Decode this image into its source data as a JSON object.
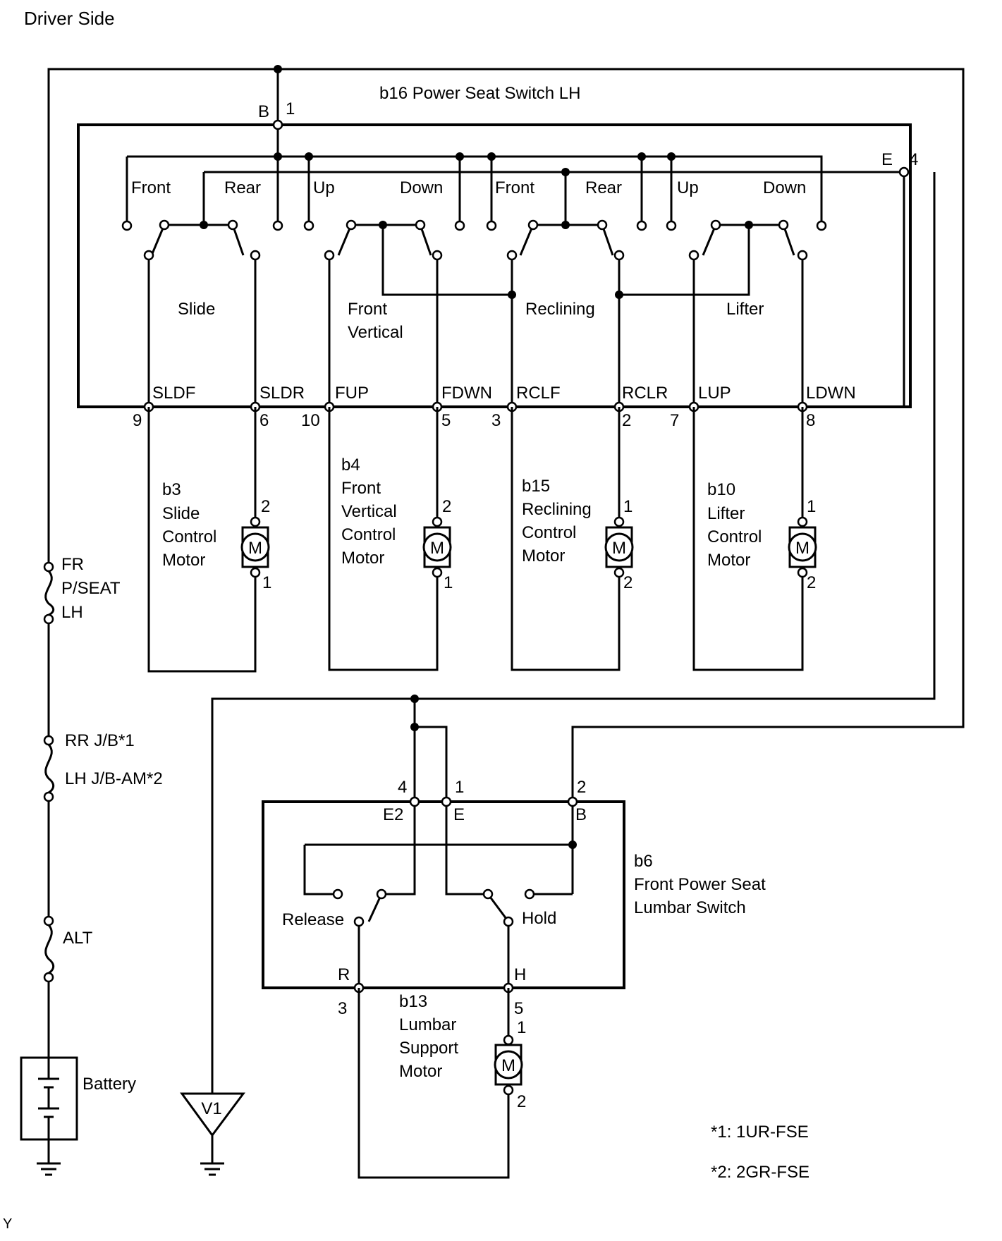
{
  "title": "Driver Side",
  "switch_lh": {
    "name": "b16 Power Seat Switch LH",
    "top_terminal_letter": "B",
    "top_terminal_num": "1",
    "right_terminal_letter": "E",
    "right_terminal_num": "4",
    "contacts": [
      "Front",
      "Rear",
      "Up",
      "Down",
      "Front",
      "Rear",
      "Up",
      "Down"
    ],
    "functions": {
      "slide": "Slide",
      "front_vertical_1": "Front",
      "front_vertical_2": "Vertical",
      "reclining": "Reclining",
      "lifter": "Lifter"
    },
    "pins": [
      {
        "name": "SLDF",
        "num": "9"
      },
      {
        "name": "SLDR",
        "num": "6"
      },
      {
        "name": "FUP",
        "num": "10"
      },
      {
        "name": "FDWN",
        "num": "5"
      },
      {
        "name": "RCLF",
        "num": "3"
      },
      {
        "name": "RCLR",
        "num": "2"
      },
      {
        "name": "LUP",
        "num": "7"
      },
      {
        "name": "LDWN",
        "num": "8"
      }
    ]
  },
  "motors": [
    {
      "lines": [
        "b3",
        "Slide",
        "Control",
        "Motor"
      ],
      "pin_top": "2",
      "pin_bottom": "1",
      "symbol": "M"
    },
    {
      "lines": [
        "b4",
        "Front",
        "Vertical",
        "Control",
        "Motor"
      ],
      "pin_top": "2",
      "pin_bottom": "1",
      "symbol": "M"
    },
    {
      "lines": [
        "b15",
        "Reclining",
        "Control",
        "Motor"
      ],
      "pin_top": "1",
      "pin_bottom": "2",
      "symbol": "M"
    },
    {
      "lines": [
        "b10",
        "Lifter",
        "Control",
        "Motor"
      ],
      "pin_top": "1",
      "pin_bottom": "2",
      "symbol": "M"
    }
  ],
  "fuses": {
    "fr_lines": [
      "FR",
      "P/SEAT",
      "LH"
    ],
    "rr_jb": "RR J/B*1",
    "lh_jb": "LH J/B-AM*2",
    "alt": "ALT"
  },
  "battery": "Battery",
  "ground_symbol": "V1",
  "lumbar_switch": {
    "lines": [
      "b6",
      "Front Power Seat",
      "Lumbar Switch"
    ],
    "terminals": [
      {
        "letter": "E2",
        "num": "4"
      },
      {
        "letter": "E",
        "num": "1"
      },
      {
        "letter": "B",
        "num": "2"
      }
    ],
    "release": "Release",
    "hold": "Hold",
    "pins": [
      {
        "letter": "R",
        "num": "3"
      },
      {
        "letter": "H",
        "num": "5"
      }
    ]
  },
  "lumbar_motor": {
    "lines": [
      "b13",
      "Lumbar",
      "Support",
      "Motor"
    ],
    "pin_top": "1",
    "pin_bottom": "2",
    "symbol": "M"
  },
  "notes": [
    "*1: 1UR-FSE",
    "*2: 2GR-FSE"
  ],
  "corner_mark": "Y"
}
